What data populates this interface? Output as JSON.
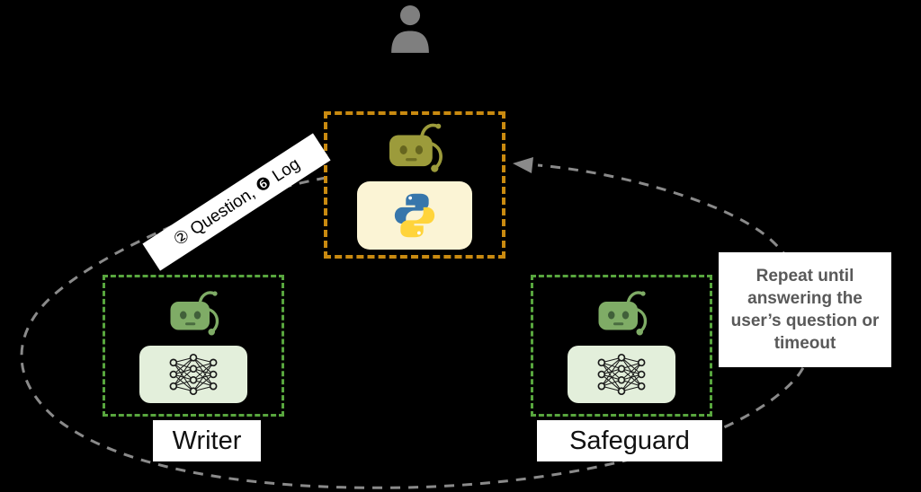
{
  "diagram": {
    "user": {
      "icon": "user-icon"
    },
    "commander": {
      "icon": "robot-icon",
      "badge": "python-logo"
    },
    "writer": {
      "caption": "Writer",
      "icon": "robot-icon",
      "badge": "neural-network"
    },
    "safeguard": {
      "caption": "Safeguard",
      "icon": "robot-icon",
      "badge": "neural-network"
    },
    "edge_label": "② Question, ❻ Log",
    "note": "Repeat until answering the user’s question or timeout"
  },
  "colors": {
    "background": "#000000",
    "commander_border": "#C98A10",
    "worker_border": "#58A63E",
    "robot_olive": "#9C9B3B",
    "robot_green": "#7FAC66",
    "python_badge_bg": "#FBF4D5",
    "python_blue": "#3776AB",
    "python_yellow": "#FFD43B",
    "network_badge_bg": "#E3EFDB",
    "loop_stroke": "#8A8A8A",
    "label_bg": "#FFFFFF",
    "label_text": "#000000",
    "note_text": "#595959",
    "person": "#7F7F7F"
  }
}
